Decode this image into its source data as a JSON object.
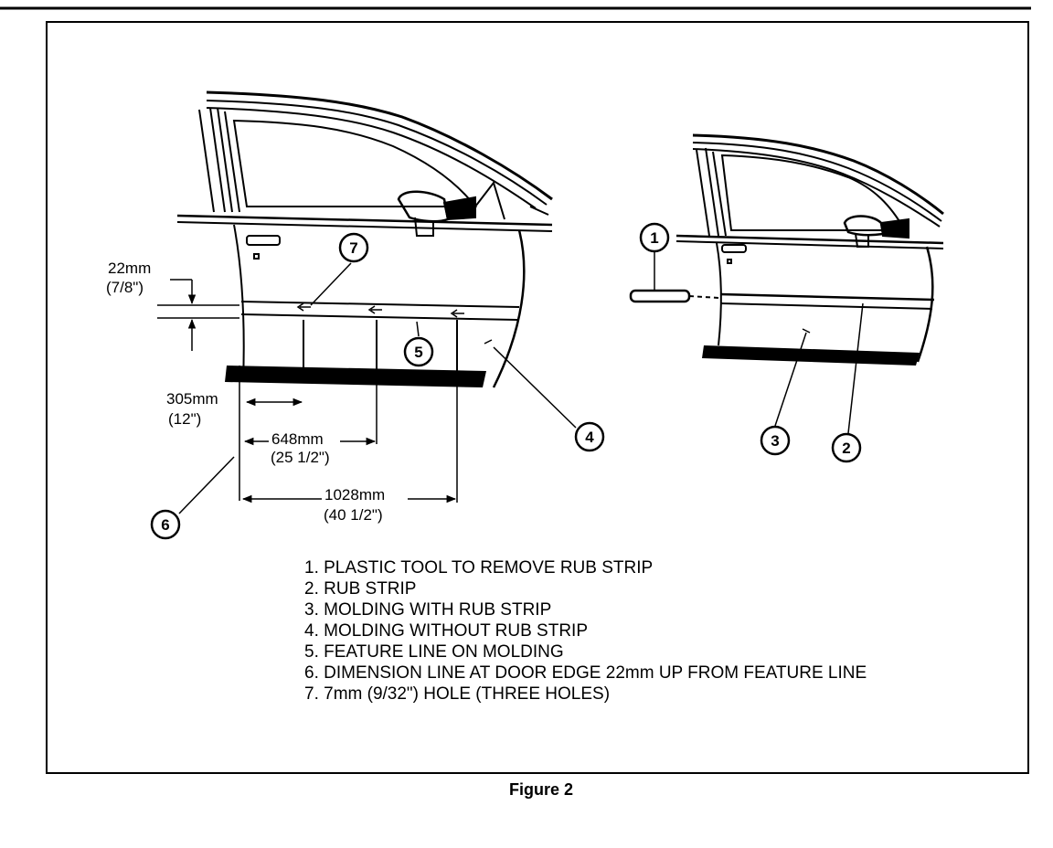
{
  "figure": {
    "caption": "Figure 2"
  },
  "dimensions": {
    "d22_mm": "22mm",
    "d22_in": "(7/8\")",
    "d305_mm": "305mm",
    "d305_in": "(12\")",
    "d648_mm": "648mm",
    "d648_in": "(25 1/2\")",
    "d1028_mm": "1028mm",
    "d1028_in": "(40 1/2\")"
  },
  "callouts": [
    "1",
    "2",
    "3",
    "4",
    "5",
    "6",
    "7"
  ],
  "legend": [
    "1. PLASTIC TOOL TO  REMOVE RUB STRIP",
    "2. RUB STRIP",
    "3. MOLDING WITH RUB STRIP",
    "4. MOLDING WITHOUT RUB STRIP",
    "5. FEATURE LINE ON MOLDING",
    "6. DIMENSION LINE AT DOOR EDGE 22mm UP FROM FEATURE LINE",
    "7. 7mm (9/32\") HOLE  (THREE HOLES)"
  ],
  "colors": {
    "ink": "#000000",
    "paper": "#ffffff"
  }
}
